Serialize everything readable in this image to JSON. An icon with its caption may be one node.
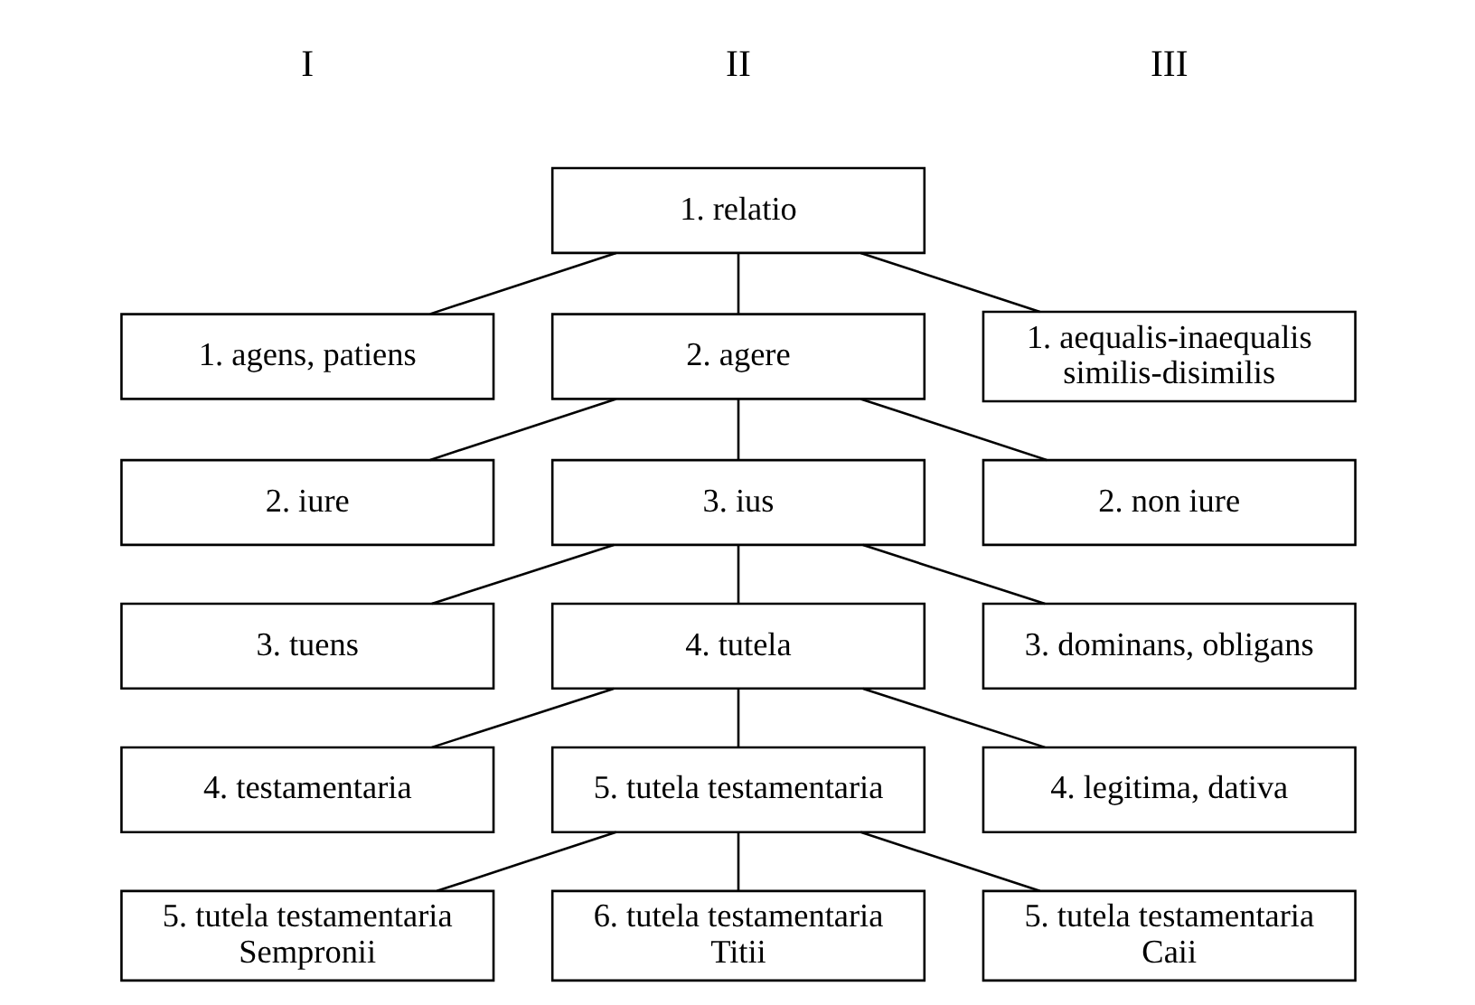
{
  "diagram": {
    "nodes": [
      {
        "text": [
          "1. relatio"
        ]
      },
      {
        "text": [
          "1. agens, patiens"
        ]
      },
      {
        "text": [
          "1. aequalis-inaequalis similis-disimilis"
        ]
      },
      {
        "text": [
          "2. agere"
        ]
      },
      {
        "text": [
          "2. iure"
        ]
      },
      {
        "text": [
          "2. non iure"
        ]
      },
      {
        "text": [
          "3. ius"
        ]
      },
      {
        "text": [
          "3. tuens"
        ]
      },
      {
        "text": [
          "3. dominans, obligans"
        ]
      },
      {
        "text": [
          "4. tutela"
        ]
      },
      {
        "text": [
          "4. testamentaria"
        ]
      },
      {
        "text": [
          "4. legitima, dativa"
        ]
      },
      {
        "text": [
          "5. tutela testamentaria"
        ]
      },
      {
        "text": [
          "5. tutela testamentaria Sempronii"
        ]
      },
      {
        "text": [
          "5. tutela testamentaria Caii"
        ]
      },
      {
        "text": [
          "6. tutela testamentaria Titii"
        ]
      }
    ],
    "edges": [
      {
        "from": 0,
        "to": 1,
        "arrow": "none"
      },
      {
        "from": 0,
        "to": 2,
        "arrow": "none"
      },
      {
        "from": 0,
        "to": 3,
        "arrow": "none"
      },
      {
        "from": 3,
        "to": 4,
        "arrow": "none"
      },
      {
        "from": 3,
        "to": 5,
        "arrow": "none"
      },
      {
        "from": 3,
        "to": 6,
        "arrow": "none"
      },
      {
        "from": 6,
        "to": 7,
        "arrow": "none"
      },
      {
        "from": 6,
        "to": 8,
        "arrow": "none"
      },
      {
        "from": 6,
        "to": 9,
        "arrow": "none"
      },
      {
        "from": 9,
        "to": 10,
        "arrow": "none"
      },
      {
        "from": 9,
        "to": 11,
        "arrow": "none"
      },
      {
        "from": 9,
        "to": 12,
        "arrow": "none"
      },
      {
        "from": 12,
        "to": 13,
        "arrow": "none"
      },
      {
        "from": 12,
        "to": 14,
        "arrow": "none"
      },
      {
        "from": 12,
        "to": 15,
        "arrow": "none"
      }
    ],
    "labels": [
      "I",
      "II",
      "III"
    ]
  }
}
